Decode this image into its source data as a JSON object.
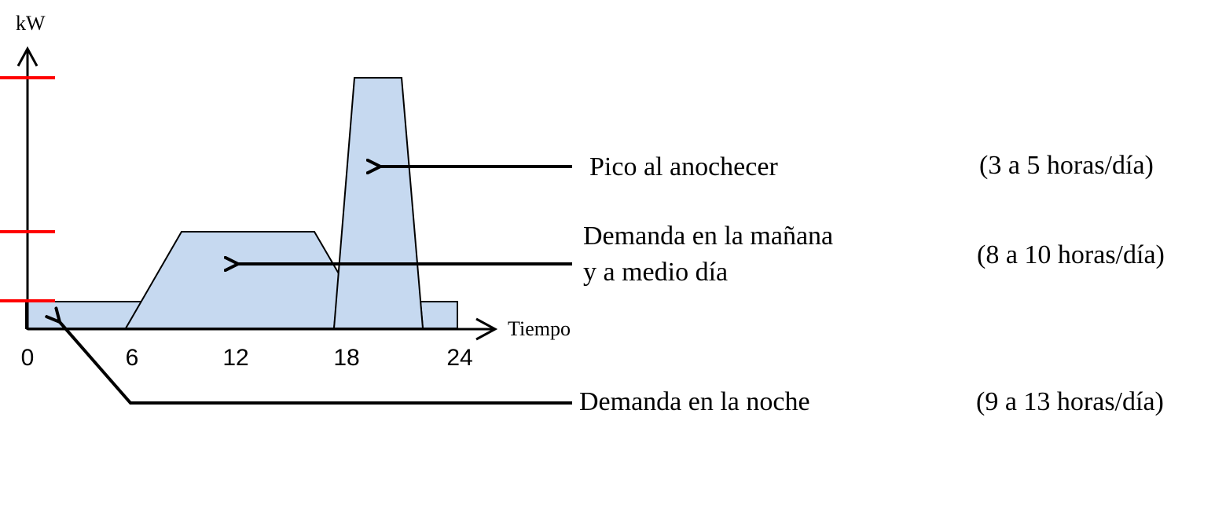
{
  "axes": {
    "y_label": "kW",
    "x_label": "Tiempo",
    "x_ticks": [
      "0",
      "6",
      "12",
      "18",
      "24"
    ]
  },
  "annotations": [
    {
      "id": "evening",
      "label": "Pico al anochecer",
      "duration": "(3 a 5 horas/día)"
    },
    {
      "id": "day",
      "label_line1": "Demanda en la mañana",
      "label_line2": "y a medio día",
      "duration": "(8 a 10 horas/día)"
    },
    {
      "id": "night",
      "label": "Demanda en la noche",
      "duration": "(9 a 13 horas/día)"
    }
  ],
  "colors": {
    "fill": "#c6d9f0",
    "outline": "#000000",
    "tick_marks": "#ff0000"
  }
}
